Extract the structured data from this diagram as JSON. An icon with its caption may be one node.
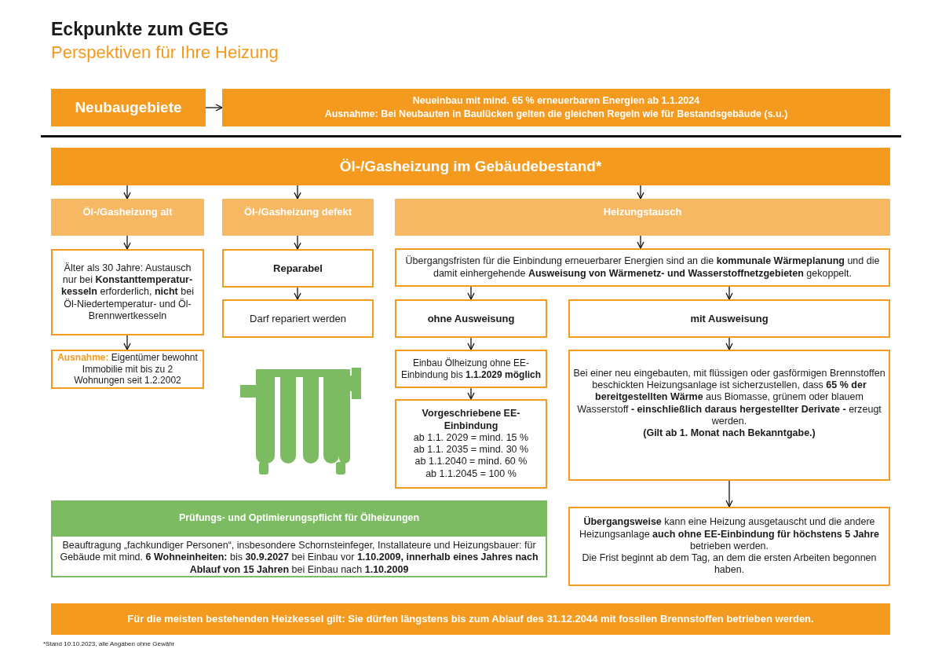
{
  "diagram": {
    "title": "Eckpunkte zum GEG",
    "nodes": [
      {
        "text": [
          "Neubaugebiete"
        ]
      },
      {
        "text": [
          "Neueinbau mit mind. 65 % erneuerbaren Energien ab 1.1.2024",
          "Ausnahme: Bei Neubauten in Baulücken gelten die gleichen Regeln wie für Bestandsgebäude (s.u.)"
        ]
      },
      {
        "text": [
          "Öl-/Gasheizung im Gebäudebestand*"
        ]
      },
      {
        "text": [
          "Öl-/Gasheizung alt"
        ]
      },
      {
        "text": [
          "Öl-/Gasheizung defekt"
        ]
      },
      {
        "text": [
          "Heizungstausch"
        ]
      },
      {
        "text": [
          "Älter als 30 Jahre: Austausch nur bei **Konstanttemperatur-kesseln** erforderlich, **nicht** bei Öl-Niedertemperatur- und Öl-Brennwertkesseln"
        ]
      },
      {
        "text": [
          "**Ausnahme:** Eigentümer bewohnt Immobilie mit bis zu 2 Wohnungen seit 1.2.2002"
        ]
      },
      {
        "text": [
          "Reparabel"
        ]
      },
      {
        "text": [
          "Darf repariert werden"
        ]
      },
      {
        "text": [
          "Übergangsfristen für die Einbindung erneuerbarer Energien sind an die **kommunale Wärmeplanung** und die damit einhergehende **Ausweisung von Wärmenetz- und Wasserstoffnetzgebieten** gekoppelt."
        ]
      },
      {
        "text": [
          "ohne Ausweisung"
        ]
      },
      {
        "text": [
          "mit Ausweisung"
        ]
      },
      {
        "text": [
          "Einbau Ölheizung ohne EE-Einbindung bis **1.1.2029 möglich**"
        ]
      },
      {
        "text": [
          "Vorgeschriebene EE-Einbindung",
          "ab 1.1. 2029 = mind. 15 %",
          "ab 1.1. 2035 = mind. 30 %",
          "ab 1.1.2040 = mind. 60 %",
          "ab 1.1.2045 = 100 %"
        ]
      },
      {
        "text": [
          "Bei einer neu eingebauten, mit flüssigen oder gasförmigen Brennstoffen beschickten Heizungsanlage ist sicherzustellen, dass **65 % der bereitgestellten Wärme** aus Biomasse, grünem oder blauem Wasserstoff **- einschließlich daraus hergestellter Derivate -** erzeugt werden.",
          "(Gilt ab 1. Monat nach Bekanntgabe.)"
        ]
      },
      {
        "text": [
          "**Übergangsweise** kann eine Heizung ausgetauscht und die andere Heizungsanlage **auch ohne EE-Einbindung für höchstens 5 Jahre** betrieben werden.",
          "Die Frist beginnt ab dem Tag, an dem die ersten Arbeiten begonnen haben."
        ]
      },
      {
        "text": [
          "Prüfungs- und Optimierungspflicht für Ölheizungen",
          "Beauftragung „fachkundiger Personen“, insbesondere Schornsteinfeger, Installateure und Heizungsbauer: für Gebäude mit mind. **6 Wohneinheiten:** bis **30.9.2027** bei Einbau vor **1.10.2009, innerhalb eines Jahres nach Ablauf von 15 Jahren** bei Einbau nach **1.10.2009**"
        ]
      },
      {
        "text": [
          "Für die meisten bestehenden Heizkessel gilt: Sie dürfen längstens bis zum Ablauf des 31.12.2044 mit fossilen Brennstoffen betrieben werden."
        ]
      }
    ],
    "edges": [
      {
        "from": 0,
        "to": 1,
        "arrow": "to"
      },
      {
        "from": 2,
        "to": 3,
        "arrow": "to"
      },
      {
        "from": 2,
        "to": 4,
        "arrow": "to"
      },
      {
        "from": 2,
        "to": 5,
        "arrow": "to"
      },
      {
        "from": 3,
        "to": 6,
        "arrow": "to"
      },
      {
        "from": 6,
        "to": 7,
        "arrow": "to"
      },
      {
        "from": 4,
        "to": 8,
        "arrow": "to"
      },
      {
        "from": 8,
        "to": 9,
        "arrow": "to"
      },
      {
        "from": 5,
        "to": 10,
        "arrow": "to"
      },
      {
        "from": 10,
        "to": 11,
        "arrow": "to"
      },
      {
        "from": 10,
        "to": 12,
        "arrow": "to"
      },
      {
        "from": 11,
        "to": 13,
        "arrow": "to"
      },
      {
        "from": 13,
        "to": 14,
        "arrow": "to"
      },
      {
        "from": 12,
        "to": 15,
        "arrow": "to"
      },
      {
        "from": 15,
        "to": 16,
        "arrow": "to"
      }
    ],
    "labels": [
      "Perspektiven für Ihre Heizung",
      "*Stand 10.10.2023, alle Angaben ohne Gewähr"
    ]
  }
}
